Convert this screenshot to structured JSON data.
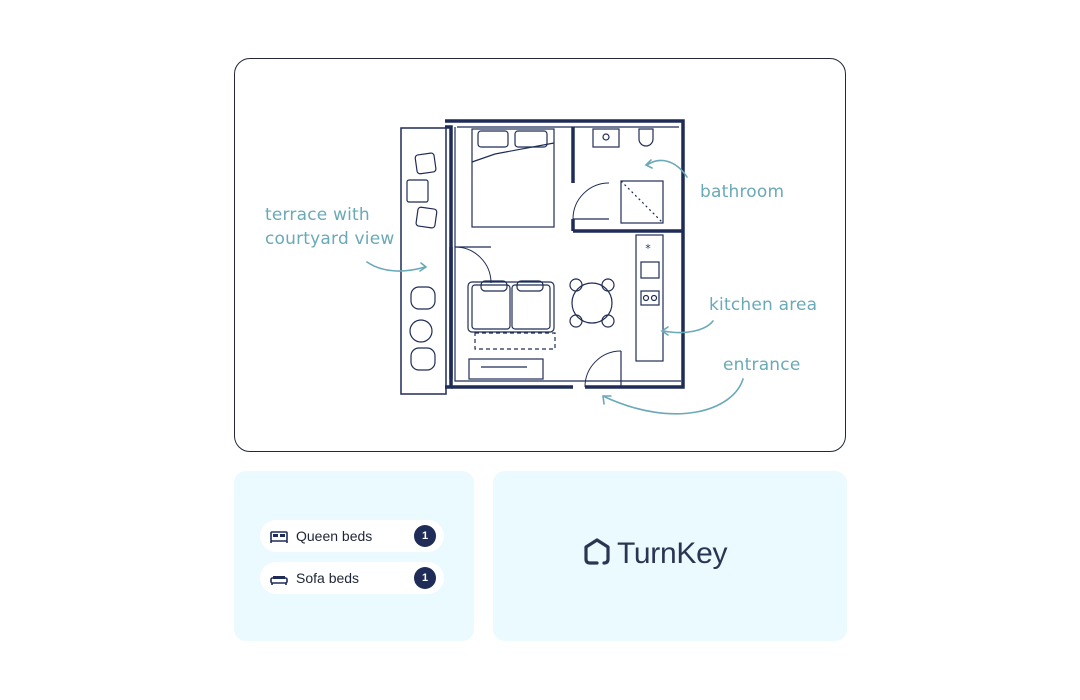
{
  "floor_plan": {
    "labels": {
      "terrace": "terrace with courtyard view",
      "bathroom": "bathroom",
      "kitchen": "kitchen area",
      "entrance": "entrance"
    }
  },
  "beds": [
    {
      "icon": "bed-icon",
      "label": "Queen beds",
      "count": "1"
    },
    {
      "icon": "sofa-icon",
      "label": "Sofa beds",
      "count": "1"
    }
  ],
  "brand": {
    "name": "TurnKey",
    "icon": "house-logo-icon"
  },
  "colors": {
    "wall": "#1f2c57",
    "annotation": "#6aa9b7",
    "card_bg": "#eafafe",
    "badge": "#1f2c57"
  }
}
